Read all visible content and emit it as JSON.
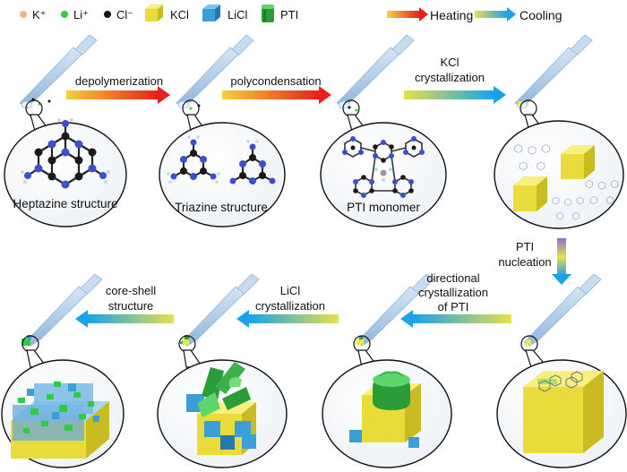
{
  "legend": {
    "items": [
      {
        "label": "K⁺",
        "color": "#f2b38a"
      },
      {
        "label": "Li⁺",
        "color": "#2ecc40"
      },
      {
        "label": "Cl⁻",
        "color": "#111111"
      },
      {
        "label": "KCl",
        "color": "#f0e64a"
      },
      {
        "label": "LiCl",
        "color": "#3a9fd6"
      },
      {
        "label": "PTI",
        "color": "#2a9d3a"
      }
    ],
    "heating": "Heating",
    "cooling": "Cooling"
  },
  "arrows": {
    "depolymerization": "depolymerization",
    "polycondensation": "polycondensation",
    "kcl_line1": "KCl",
    "kcl_line2": "crystallization",
    "pti_nuc_line1": "PTI",
    "pti_nuc_line2": "nucleation",
    "dir_line1": "directional",
    "dir_line2": "crystallization",
    "dir_line3": "of PTI",
    "licl_line1": "LiCl",
    "licl_line2": "crystallization",
    "cs_line1": "core-shell",
    "cs_line2": "structure"
  },
  "panels": {
    "heptazine": "Heptazine structure",
    "triazine": "Triazine structure",
    "pti_monomer": "PTI monomer"
  },
  "colors": {
    "heating_start": "#f2d23a",
    "heating_end": "#e8201c",
    "cooling_start": "#e6e04a",
    "cooling_end": "#1aa3e8",
    "pipette": "#a9c9e6",
    "nitrogen": "#3d4fd1",
    "carbon": "#1a1a1a"
  }
}
